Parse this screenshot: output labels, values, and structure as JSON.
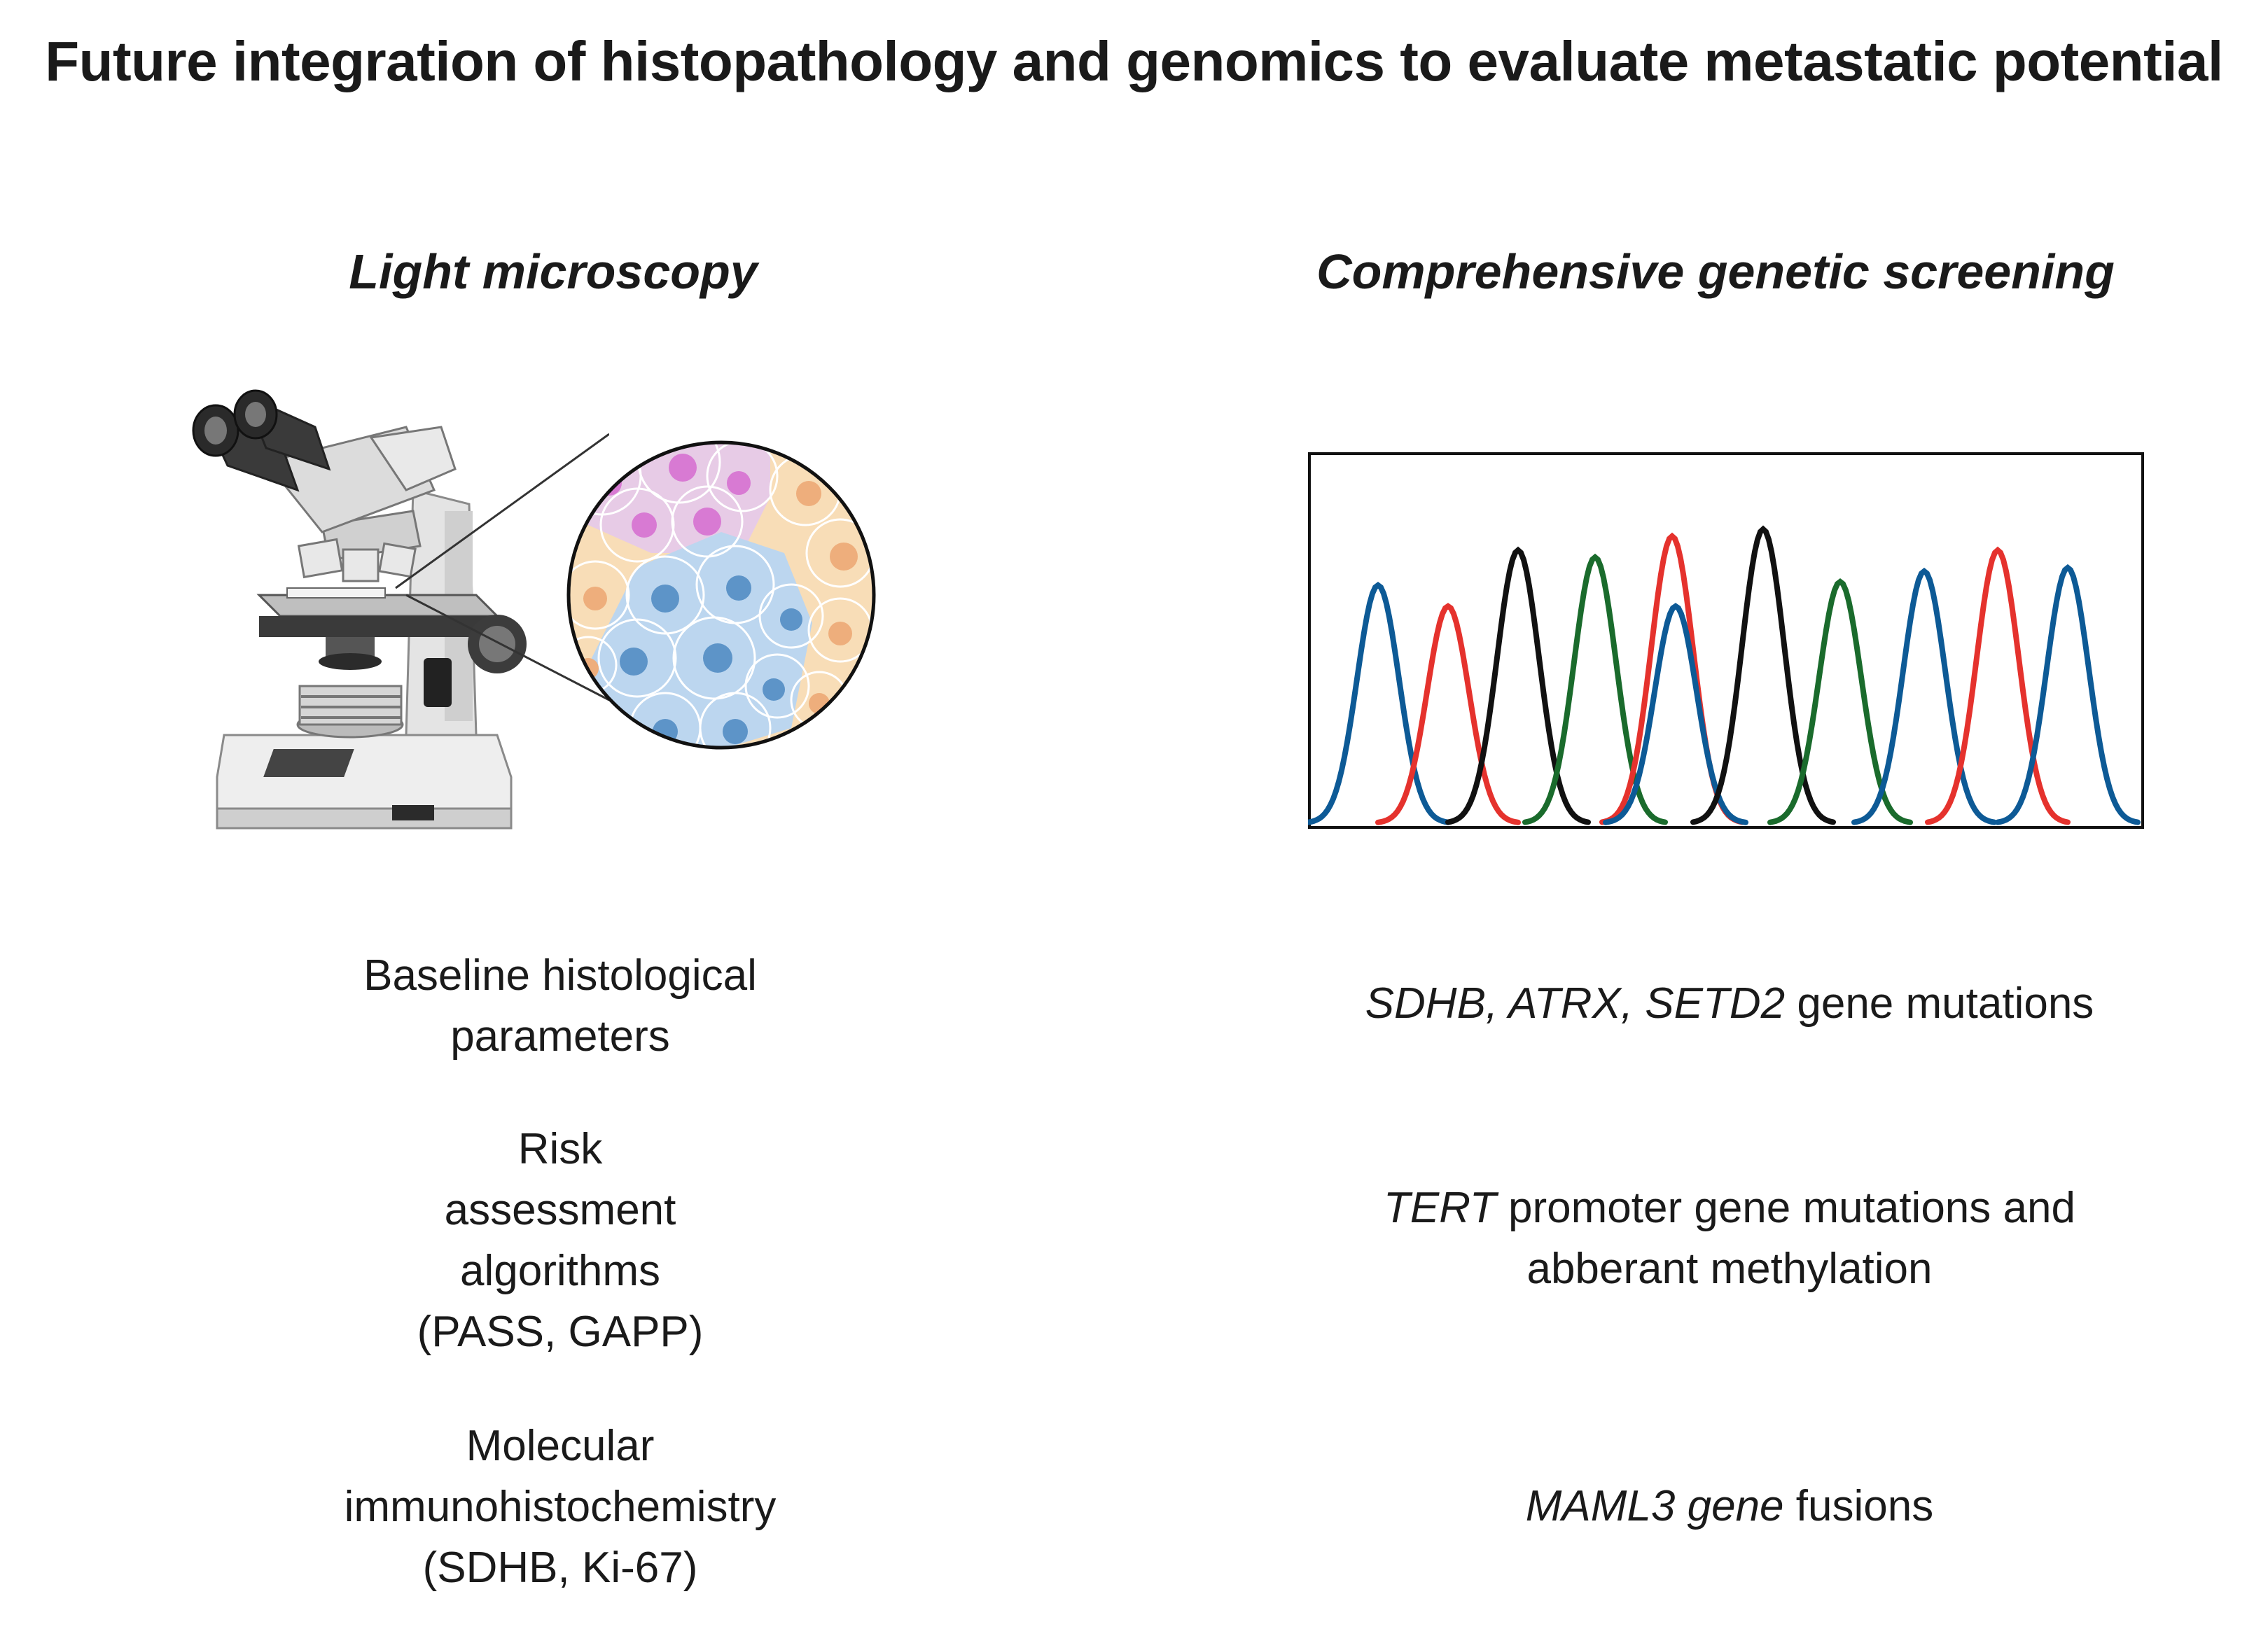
{
  "title": "Future integration of histopathology and genomics to evaluate metastatic potential",
  "left": {
    "heading": "Light microscopy",
    "item1": {
      "line1": "Baseline histological",
      "line2": "parameters"
    },
    "item2": {
      "line1": "Risk",
      "line2": "assessment",
      "line3": "algorithms",
      "line4": "(PASS, GAPP)"
    },
    "item3": {
      "line1": "Molecular",
      "line2": "immunohistochemistry",
      "line3": "(SDHB, Ki-67)"
    }
  },
  "right": {
    "heading": "Comprehensive genetic screening",
    "item1": {
      "genes": "SDHB, ATRX, SETD2",
      "suffix": " gene mutations"
    },
    "item2": {
      "gene": "TERT",
      "suffix": " promoter gene mutations and",
      "line2": "abberant methylation"
    },
    "item3": {
      "gene": "MAML3 gene",
      "suffix": " fusions"
    }
  },
  "icons": {
    "microscope": "microscope-icon",
    "tissue": "tissue-magnification-icon",
    "chromatogram": "dna-chromatogram-icon"
  },
  "colors": {
    "blue": "#0d5a96",
    "red": "#e5322d",
    "black": "#111111",
    "green": "#1a6b2c",
    "pink_cell": "#e7cbe6",
    "blue_cell": "#bcd6ef",
    "orange_cell": "#f8ddb7"
  }
}
